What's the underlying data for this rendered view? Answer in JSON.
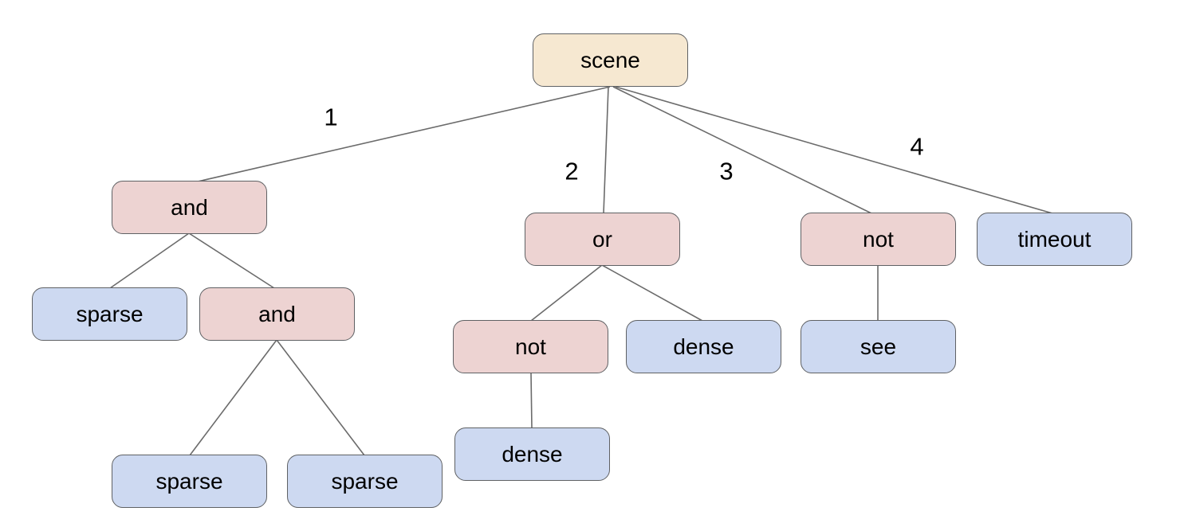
{
  "colors": {
    "background": "#ffffff",
    "root-fill": "#f6e8d1",
    "operator-fill": "#edd3d2",
    "leaf-fill": "#cdd9f1",
    "node-border": "#5f6164",
    "edge": "#6b6b6b",
    "text": "#000000"
  },
  "tree": {
    "nodes": [
      {
        "id": "scene",
        "label": "scene",
        "kind": "root"
      },
      {
        "id": "and-1",
        "label": "and",
        "kind": "operator"
      },
      {
        "id": "or-1",
        "label": "or",
        "kind": "operator"
      },
      {
        "id": "not-1",
        "label": "not",
        "kind": "operator"
      },
      {
        "id": "timeout",
        "label": "timeout",
        "kind": "leaf"
      },
      {
        "id": "sparse-1",
        "label": "sparse",
        "kind": "leaf"
      },
      {
        "id": "and-2",
        "label": "and",
        "kind": "operator"
      },
      {
        "id": "not-2",
        "label": "not",
        "kind": "operator"
      },
      {
        "id": "dense-1",
        "label": "dense",
        "kind": "leaf"
      },
      {
        "id": "see",
        "label": "see",
        "kind": "leaf"
      },
      {
        "id": "sparse-2",
        "label": "sparse",
        "kind": "leaf"
      },
      {
        "id": "sparse-3",
        "label": "sparse",
        "kind": "leaf"
      },
      {
        "id": "dense-2",
        "label": "dense",
        "kind": "leaf"
      }
    ],
    "edges": [
      {
        "from": "scene",
        "to": "and-1",
        "label": "1"
      },
      {
        "from": "scene",
        "to": "or-1",
        "label": "2"
      },
      {
        "from": "scene",
        "to": "not-1",
        "label": "3"
      },
      {
        "from": "scene",
        "to": "timeout",
        "label": "4"
      },
      {
        "from": "and-1",
        "to": "sparse-1",
        "label": ""
      },
      {
        "from": "and-1",
        "to": "and-2",
        "label": ""
      },
      {
        "from": "and-2",
        "to": "sparse-2",
        "label": ""
      },
      {
        "from": "and-2",
        "to": "sparse-3",
        "label": ""
      },
      {
        "from": "or-1",
        "to": "not-2",
        "label": ""
      },
      {
        "from": "or-1",
        "to": "dense-1",
        "label": ""
      },
      {
        "from": "not-2",
        "to": "dense-2",
        "label": ""
      },
      {
        "from": "not-1",
        "to": "see",
        "label": ""
      }
    ]
  }
}
